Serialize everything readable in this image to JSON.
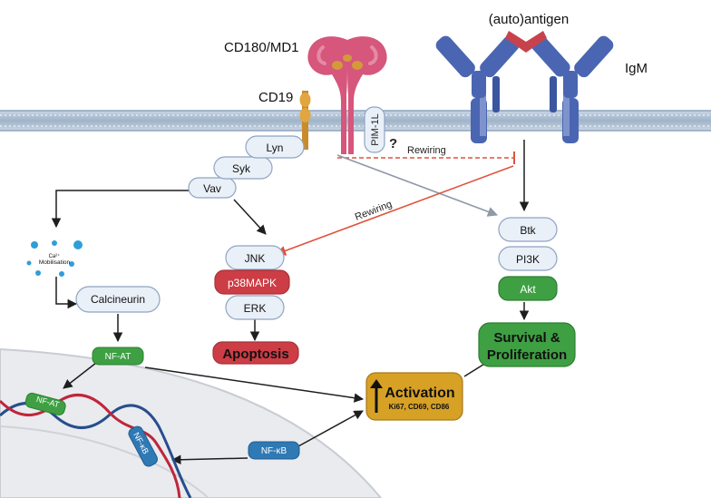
{
  "labels": {
    "antigen": "(auto)antigen",
    "cd180": "CD180/MD1",
    "igm": "IgM",
    "cd19": "CD19",
    "pim1l": "PIM-1L",
    "question": "?",
    "rewiring_top": "Rewiring",
    "rewiring_diag": "Rewiring",
    "ca_line1": "Ca²⁺",
    "ca_line2": "Mobilisation"
  },
  "nodes": {
    "lyn": "Lyn",
    "syk": "Syk",
    "vav": "Vav",
    "jnk": "JNK",
    "p38": "p38MAPK",
    "erk": "ERK",
    "apoptosis": "Apoptosis",
    "calcineurin": "Calcineurin",
    "nfat": "NF-AT",
    "nfat_dna": "NF-AT",
    "nfkb": "NF-κB",
    "nfkb_dna": "NF-κB",
    "btk": "Btk",
    "pi3k": "PI3K",
    "akt": "Akt",
    "survival_line1": "Survival &",
    "survival_line2": "Proliferation",
    "activation": "Activation",
    "activation_markers": "Ki67, CD69, CD86"
  },
  "colors": {
    "membrane": "#aebfd0",
    "cd180": "#d6567c",
    "igm": "#4a66b2",
    "antigen": "#c8424c",
    "node_fill": "#eaf0f8",
    "node_stroke": "#8fa4c2",
    "red_node": "#cc3d45",
    "green_node": "#3ea043",
    "nfkb_node": "#2f79b5",
    "activation": "#d7a126",
    "rewiring_arrow": "#e0523c",
    "grey_arrow": "#9099a8",
    "dna_red": "#c0253a",
    "dna_blue": "#274e8c",
    "calcium": "#2f9ed8"
  }
}
